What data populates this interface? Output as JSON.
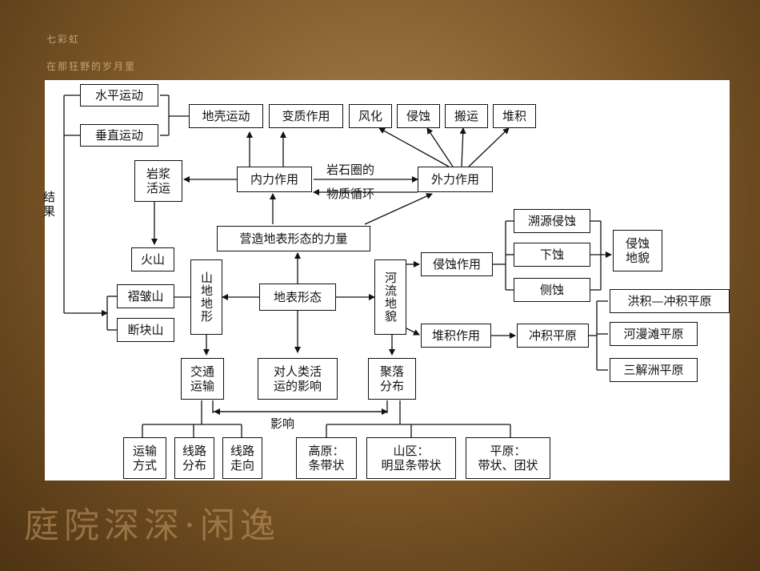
{
  "decor": {
    "top_line1": "七彩虹",
    "top_line2": "在那狂野的岁月里",
    "bottom_text": "庭院深深·闲逸"
  },
  "nodes": {
    "shuiping": "水平运动",
    "chuizhi": "垂直运动",
    "diqiao": "地壳运动",
    "bianzhi": "变质作用",
    "fenghua": "风化",
    "qinshi": "侵蚀",
    "banyun": "搬运",
    "duiji": "堆积",
    "yanjiang": "岩浆\n活运",
    "neili": "内力作用",
    "waili": "外力作用",
    "yingzao": "营造地表形态的力量",
    "suyuan": "溯源侵蚀",
    "xiashi": "下蚀",
    "ceshi": "侧蚀",
    "qinshi_dimao": "侵蚀\n地貌",
    "huoshan": "火山",
    "zhezhou": "褶皱山",
    "duankuai": "断块山",
    "shandi": "山地地形",
    "dibiao": "地表形态",
    "heliu": "河流地貌",
    "qinshi_zuoyong": "侵蚀作用",
    "duiji_zuoyong": "堆积作用",
    "chongji": "冲积平原",
    "hongji": "洪积—冲积平原",
    "heman": "河漫滩平原",
    "sanjiao": "三解洲平原",
    "jiaotong": "交通\n运输",
    "duirenlei": "对人类活\n运的影响",
    "juluo": "聚落\n分布",
    "yunshu_fs": "运输\n方式",
    "xianlu_fb": "线路\n分布",
    "xianlu_zx": "线路\n走向",
    "gaoyuan": "高原：\n条带状",
    "shanqu": "山区：\n明显条带状",
    "pingyuan": "平原：\n带状、团状"
  },
  "labels": {
    "jieguo": "结\n果",
    "yanshi": "岩石圈的",
    "wuzhi": "物质循环",
    "yingxiang": "影响"
  }
}
